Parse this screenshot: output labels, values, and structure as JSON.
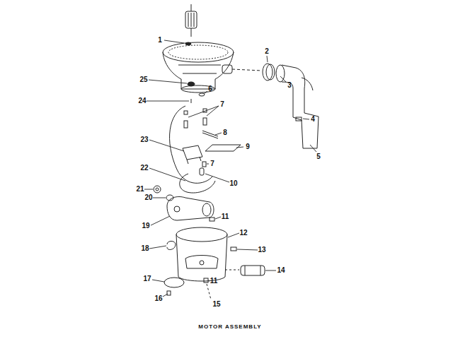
{
  "diagram": {
    "title": "MOTOR ASSEMBLY",
    "labels": [
      "1",
      "2",
      "3",
      "4",
      "5",
      "25",
      "6",
      "24",
      "7",
      "8",
      "9",
      "7",
      "23",
      "10",
      "22",
      "21",
      "20",
      "11",
      "12",
      "19",
      "13",
      "18",
      "14",
      "17",
      "11",
      "16",
      "15"
    ]
  }
}
